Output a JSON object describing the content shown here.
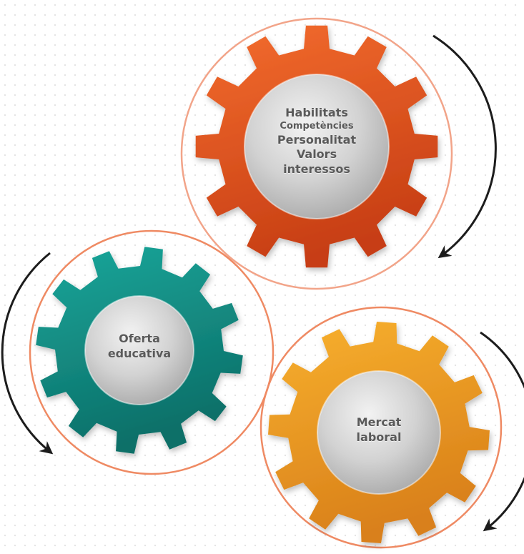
{
  "gears": [
    {
      "id": "top",
      "lines": [
        "Habilitats",
        "Competències",
        "Personalitat",
        "Valors",
        "interessos"
      ],
      "colors": {
        "light": "#f46d2e",
        "dark": "#c73e14",
        "ring": "#f2a489"
      }
    },
    {
      "id": "left",
      "lines": [
        "Oferta",
        "educativa"
      ],
      "colors": {
        "light": "#1aa79b",
        "dark": "#0c6f68",
        "ring": "#ef8a63"
      }
    },
    {
      "id": "right",
      "lines": [
        "Mercat",
        "laboral"
      ],
      "colors": {
        "light": "#f8b12e",
        "dark": "#d9801a",
        "ring": "#ef8a63"
      }
    }
  ],
  "arrow_color": "#1c1c1c"
}
